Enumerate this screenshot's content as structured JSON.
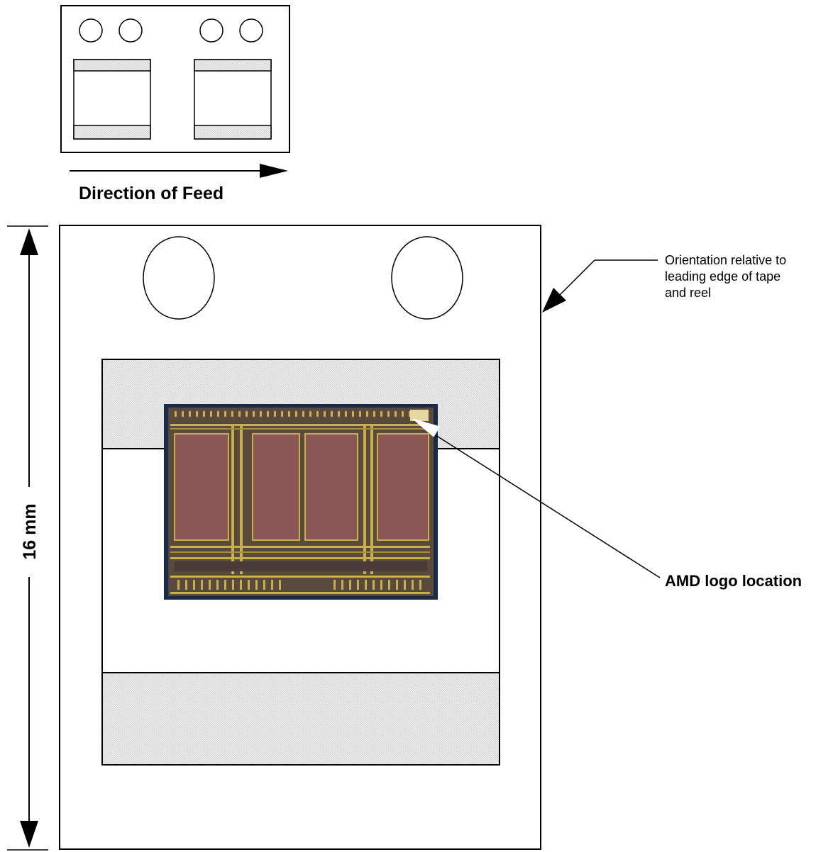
{
  "feed": {
    "direction_label": "Direction of Feed"
  },
  "dimension": {
    "height_label": "16 mm"
  },
  "callouts": {
    "orientation_lines": [
      "Orientation relative to",
      "leading edge of tape",
      "and reel"
    ],
    "logo_label": "AMD logo location"
  },
  "colors": {
    "line": "#000000",
    "hatch": "#e6e6e6",
    "die_border": "#1c2a4a",
    "die_metal": "#c8b04a",
    "die_memory": "#8a5656",
    "die_logic": "#4a3a3a"
  }
}
